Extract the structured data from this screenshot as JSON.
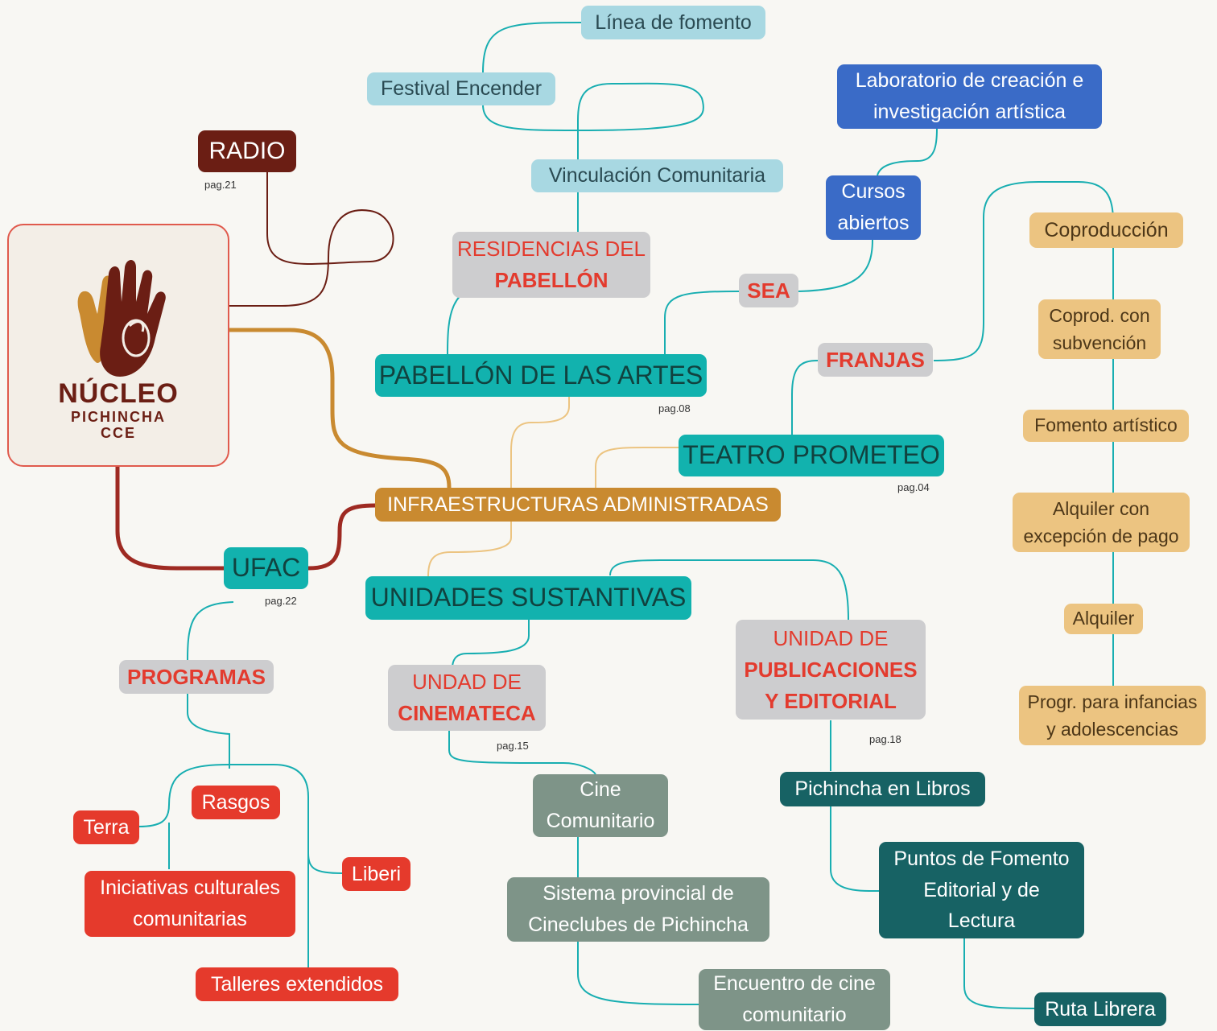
{
  "nodes": {
    "linea_fomento": "Línea de fomento",
    "festival_encender": "Festival Encender",
    "vinculacion": "Vinculación Comunitaria",
    "laboratorio": [
      "Laboratorio de creación e",
      "investigación artística"
    ],
    "cursos": [
      "Cursos",
      "abiertos"
    ],
    "radio": "RADIO",
    "residencias": [
      "RESIDENCIAS DEL",
      "PABELLÓN"
    ],
    "sea": "SEA",
    "coproduccion": "Coproducción",
    "coprod_subvencion": [
      "Coprod. con",
      "subvención"
    ],
    "franjas": "FRANJAS",
    "pabellon": "PABELLÓN DE LAS ARTES",
    "fomento_artistico": "Fomento artístico",
    "teatro": "TEATRO PROMETEO",
    "infraestructuras": "INFRAESTRUCTURAS ADMINISTRADAS",
    "alquiler_excepcion": [
      "Alquiler con",
      "excepción de pago"
    ],
    "ufac": "UFAC",
    "unidades": "UNIDADES SUSTANTIVAS",
    "alquiler": "Alquiler",
    "unidad_publicaciones": [
      "UNIDAD DE",
      "PUBLICACIONES",
      "Y EDITORIAL"
    ],
    "programas": "PROGRAMAS",
    "cinemateca": [
      "UNDAD DE",
      "CINEMATECA"
    ],
    "progr_infancias": [
      "Progr. para infancias",
      "y adolescencias"
    ],
    "cine_comunitario": [
      "Cine",
      "Comunitario"
    ],
    "pichincha_libros": "Pichincha en Libros",
    "rasgos": "Rasgos",
    "terra": "Terra",
    "liberi": "Liberi",
    "iniciativas": [
      "Iniciativas culturales",
      "comunitarias"
    ],
    "sistema": [
      "Sistema provincial de",
      "Cineclubes de Pichincha"
    ],
    "puntos": [
      "Puntos de Fomento",
      "Editorial y de",
      "Lectura"
    ],
    "talleres": "Talleres extendidos",
    "encuentro": [
      "Encuentro de cine",
      "comunitario"
    ],
    "ruta": "Ruta Librera"
  },
  "pages": {
    "radio": "pag.21",
    "pabellon": "pag.08",
    "teatro": "pag.04",
    "ufac": "pag.22",
    "cinemateca": "pag.15",
    "publicaciones": "pag.18"
  },
  "logo": {
    "title": "NÚCLEO",
    "line2": "PICHINCHA",
    "line3": "CCE"
  },
  "colors": {
    "teal_line": "#18aeb1",
    "brown_line": "#6b1e14",
    "gold_line": "#c98a30",
    "red_line": "#9e2a22",
    "sand_line": "#ecc481"
  }
}
